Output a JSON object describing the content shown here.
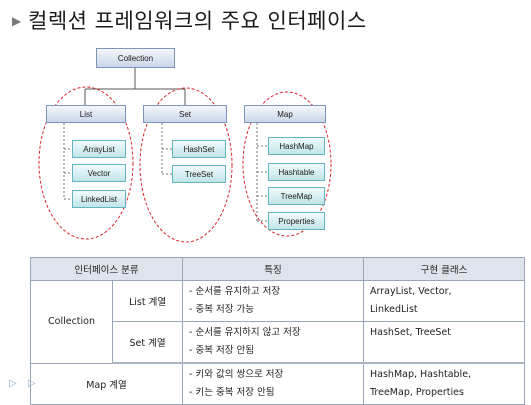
{
  "slide": {
    "title": "컬렉션 프레임워크의 주요 인터페이스"
  },
  "diagram": {
    "root": "Collection",
    "groups": [
      {
        "name": "List",
        "items": [
          "ArrayList",
          "Vector",
          "LinkedList"
        ]
      },
      {
        "name": "Set",
        "items": [
          "HashSet",
          "TreeSet"
        ]
      },
      {
        "name": "Map",
        "items": [
          "HashMap",
          "Hashtable",
          "TreeMap",
          "Properties"
        ]
      }
    ]
  },
  "table": {
    "headers": [
      "인터페이스 분류",
      "특징",
      "구현 클래스"
    ],
    "collection_label": "Collection",
    "rows": [
      {
        "sub": "List 계열",
        "features": [
          "- 순서를 유지하고 저장",
          "- 중복 저장 가능"
        ],
        "impl": [
          "ArrayList, Vector,",
          "LinkedList"
        ]
      },
      {
        "sub": "Set 계열",
        "features": [
          "- 순서를 유지하지 않고 저장",
          "- 중복 저장 안됨"
        ],
        "impl": [
          "HashSet, TreeSet"
        ]
      },
      {
        "category": "Map 계열",
        "features": [
          "- 키와 값의 쌍으로 저장",
          "- 키는 중복 저장 안됨"
        ],
        "impl": [
          "HashMap, Hashtable,",
          "TreeMap, Properties"
        ]
      }
    ]
  }
}
